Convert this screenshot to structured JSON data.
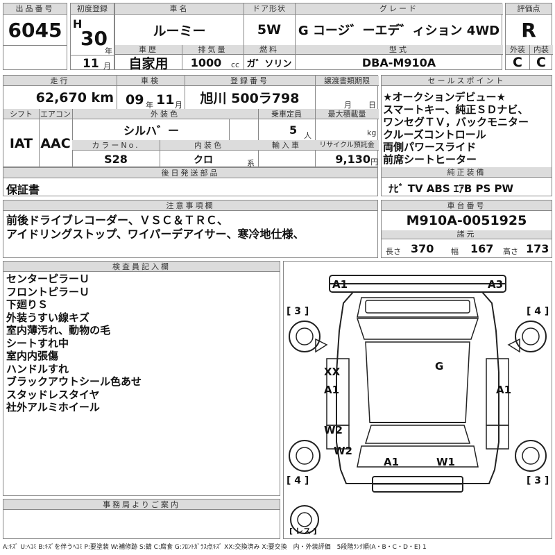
{
  "labels": {
    "lot_no": "出品番号",
    "first_reg": "初度登録",
    "car_name": "車名",
    "door": "ドア形状",
    "grade": "グレード",
    "score": "評価点",
    "history": "車歴",
    "displacement": "排気量",
    "fuel": "燃料",
    "model_code": "型式",
    "exterior": "外装",
    "interior": "内装",
    "mileage": "走行",
    "inspection": "車検",
    "plate": "登録番号",
    "transfer_docs": "譲渡書類期限",
    "sales_points": "セールスポイント",
    "shift": "シフト",
    "ac": "エアコン",
    "ext_color": "外装色",
    "capacity": "乗車定員",
    "max_load": "最大積載量",
    "color_no": "カラーNo.",
    "int_color": "内装色",
    "import": "輸入車",
    "recycle": "リサイクル預託金",
    "later_parts": "後日発送部品",
    "standard_equip": "純正装備",
    "notes": "注意事項欄",
    "chassis_no": "車台番号",
    "dimensions": "諸元",
    "inspector": "検査員記入欄",
    "office": "事務局よりご案内",
    "heisei": "H",
    "year_unit": "年",
    "month_unit": "月",
    "day_unit": "日",
    "cc": "cc",
    "persons": "人",
    "kg": "kg",
    "series_suffix": "系",
    "yen": "円",
    "length": "長さ",
    "width": "幅",
    "height": "高さ"
  },
  "car": {
    "lot_no": "6045",
    "first_reg_year": "30",
    "first_reg_month": "11",
    "name": "ルーミー",
    "door": "5W",
    "grade": "G コージ゛ーエデ゛ィション 4WD",
    "score": "R",
    "history": "自家用",
    "displacement": "1000",
    "fuel": "ガ゛ソリン",
    "model_code": "DBA-M910A",
    "exterior_grade": "C",
    "interior_grade": "C",
    "mileage": "62,670 km",
    "inspection_year": "09",
    "inspection_month": "11",
    "plate": "旭川 500ラ798",
    "shift": "IAT",
    "ac": "AAC",
    "ext_color": "シルハ゛ー",
    "capacity": "5",
    "color_no": "S28",
    "int_color": "クロ",
    "recycle": "9,130",
    "later_parts": "保証書",
    "chassis_no": "M910A-0051925",
    "length": "370",
    "width": "167",
    "height": "173"
  },
  "sales_points": [
    "★オークションデビュー★",
    "スマートキー、純正ＳＤナビ、",
    "ワンセグＴＶ，バックモニター",
    "クルーズコントロール",
    "両側パワースライド",
    "前席シートヒーター"
  ],
  "standard_equipment": "ﾅﾋﾞ TV ABS ｴｱB PS PW",
  "notes": [
    "前後ドライブレコーダー、ＶＳＣ＆ＴＲＣ、",
    "アイドリングストップ、ワイパーデアイサー、寒冷地仕様、"
  ],
  "inspector_notes": [
    "センターピラーＵ",
    "フロントピラーＵ",
    "下廻りＳ",
    "外装うすい線キズ",
    "室内薄汚れ、動物の毛",
    "シートすれ中",
    "室内内張傷",
    "ハンドルすれ",
    "ブラックアウトシール色あせ",
    "スタッドレスタイヤ",
    "社外アルミホイール"
  ],
  "diagram_marks": {
    "front_left": "A1",
    "front_right": "A3",
    "roof": "G",
    "left_door_xx": "XX",
    "left_door_a1": "A1",
    "right_door_a1": "A1",
    "left_rear_w2a": "W2",
    "left_rear_w2b": "W2",
    "rear_a1": "A1",
    "rear_w1": "W1",
    "tire_fl": "[ 3 ]",
    "tire_fr": "[ 4 ]",
    "tire_rl": "[ 4 ]",
    "tire_rr": "[ 3 ]",
    "spare": "[ レス ]"
  },
  "legend": "A:ｷｽﾞ U:ﾍｺﾐ B:ｷｽﾞを伴うﾍｺﾐ P:要塗装 W:補修跡 S:錆 C:腐食 G:ﾌﾛﾝﾄｶﾞﾗｽ点ｷｽﾞ XX:交換済み X:要交換　内・外装評価　5段階ﾗﾝｸ順(A・B・C・D・E) 1"
}
